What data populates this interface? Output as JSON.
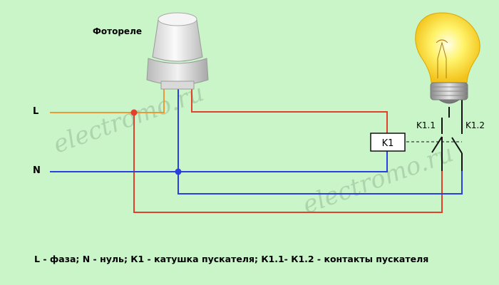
{
  "labels": {
    "photorelay": "Фотореле",
    "phase": "L",
    "neutral": "N",
    "coil": "K1",
    "contact1": "K1.1",
    "contact2": "K1.2"
  },
  "legend": "L - фаза; N - нуль; К1 - катушка пускателя; К1.1- К1.2 - контакты пускателя",
  "watermark": "electromo.ru",
  "colors": {
    "background": "#c9f5c9",
    "phase_wire": "#e89a3a",
    "red_wire": "#e0402c",
    "blue_wire": "#2a3fe0",
    "black_wire": "#111111",
    "junction_red": "#e0402c",
    "junction_blue": "#2a3fe0"
  },
  "icons": {
    "sensor": "photorelay-sensor-icon",
    "lamp": "light-bulb-icon"
  }
}
